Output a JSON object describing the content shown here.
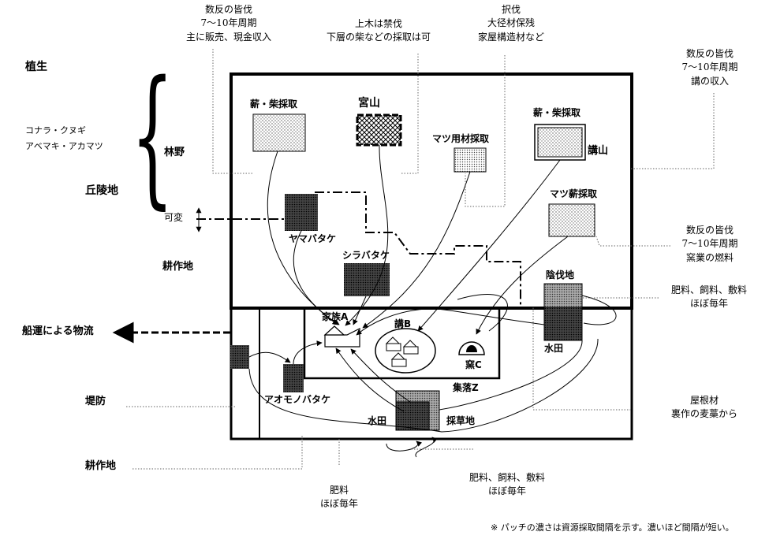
{
  "vegetation": {
    "title": "植生",
    "species_line1": "コナラ・クヌギ",
    "species_line2": "アベマキ・アカマツ"
  },
  "terrain": {
    "hills": "丘陵地",
    "forest": "林野",
    "variable": "可変",
    "farmland_upper": "耕作地",
    "levee": "堤防",
    "farmland_lower": "耕作地"
  },
  "shipping": "船運による物流",
  "patches": {
    "firewood_a": "薪・柴採取",
    "miyayama": "宮山",
    "pine_timber": "マツ用材採取",
    "firewood_b": "薪・柴採取",
    "kouyama": "講山",
    "pine_firewood": "マツ薪採取",
    "yamabatake": "ヤマバタケ",
    "shirabatake": "シラバタケ",
    "shade_cut": "陰伐地",
    "paddy_right": "水田",
    "aomonobatake": "アオモノバタケ",
    "paddy_lower": "水田",
    "grass_field": "採草地"
  },
  "settlement": {
    "family_a": "家族A",
    "kou_b": "講B",
    "kiln_c": "窯C",
    "village_z": "集落Z"
  },
  "notes": {
    "n1_l1": "数反の皆伐",
    "n1_l2": "7～10年周期",
    "n1_l3": "主に販売、現金収入",
    "n2_l1": "上木は禁伐",
    "n2_l2": "下層の柴などの採取は可",
    "n3_l1": "択伐",
    "n3_l2": "大径材保残",
    "n3_l3": "家屋構造材など",
    "n4_l1": "数反の皆伐",
    "n4_l2": "7～10年周期",
    "n4_l3": "講の収入",
    "n5_l1": "数反の皆伐",
    "n5_l2": "7～10年周期",
    "n5_l3": "窯業の燃料",
    "n6_l1": "肥料、飼料、敷料",
    "n6_l2": "ほぼ毎年",
    "n7_l1": "屋根材",
    "n7_l2": "裏作の麦藁から",
    "n8_l1": "肥料、飼料、敷料",
    "n8_l2": "ほぼ毎年",
    "n9_l1": "肥料",
    "n9_l2": "ほぼ毎年"
  },
  "footnote": "※ パッチの濃さは資源採取間隔を示す。濃いほど間隔が短い。"
}
